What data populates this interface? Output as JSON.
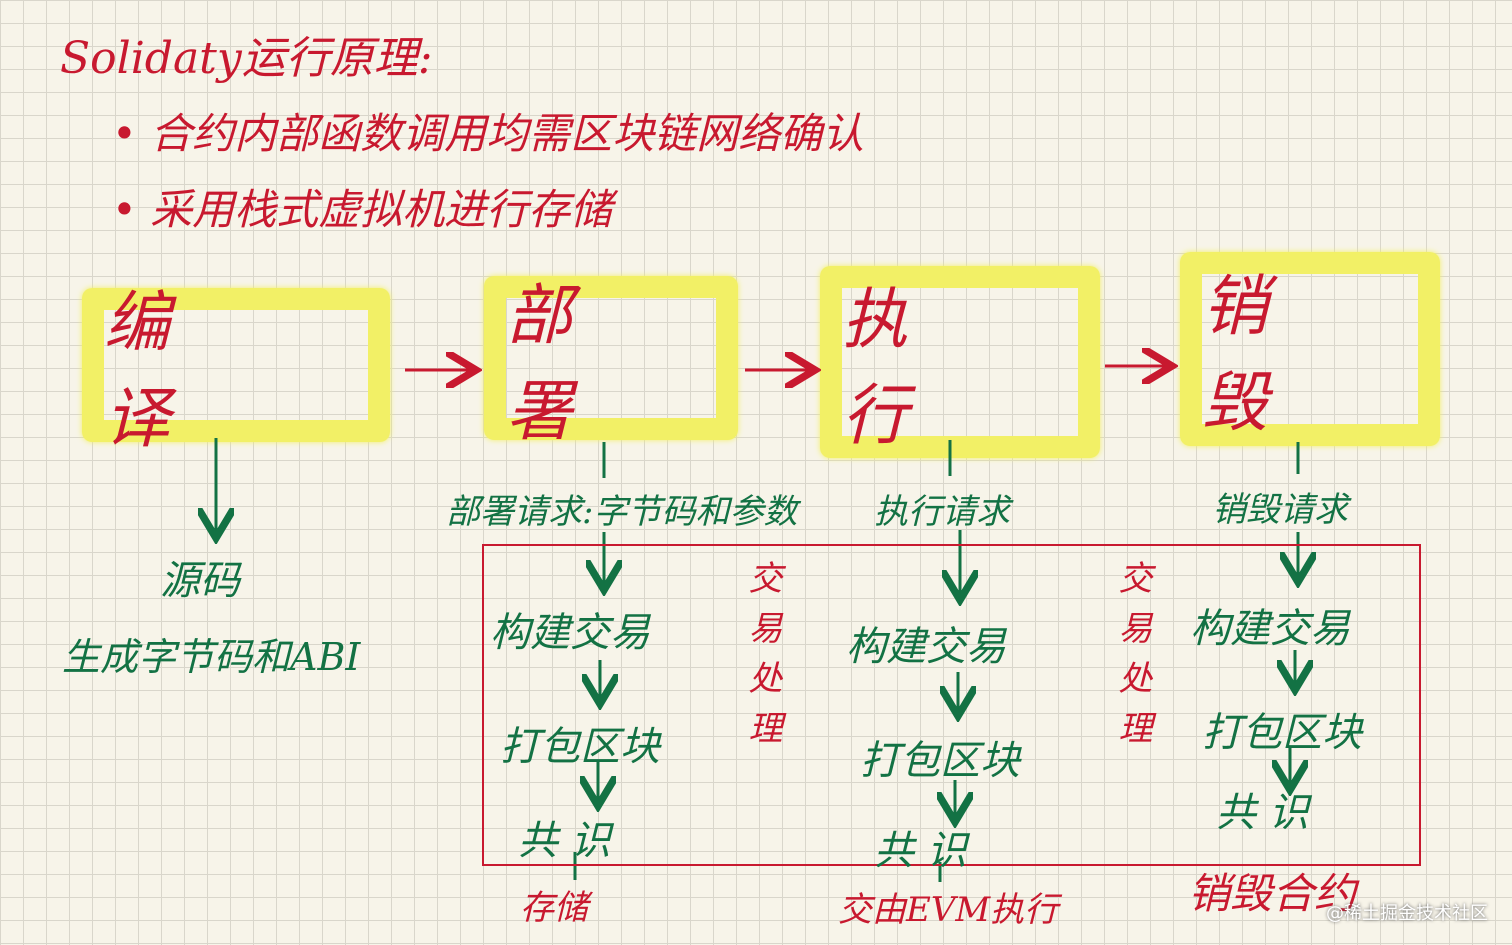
{
  "title": "Solidaty运行原理:",
  "bullets": [
    "合约内部函数调用均需区块链网络确认",
    "采用栈式虚拟机进行存储"
  ],
  "stages": [
    "编 译",
    "部 署",
    "执 行",
    "销 毁"
  ],
  "compile": {
    "source": "源码",
    "output": "生成字节码和ABI"
  },
  "deploy": {
    "request": "部署请求:字节码和参数",
    "steps": [
      "构建交易",
      "打包区块",
      "共 识"
    ],
    "side_label": "交易处理",
    "result": "存储"
  },
  "execute": {
    "request": "执行请求",
    "steps": [
      "构建交易",
      "打包区块",
      "共 识"
    ],
    "side_label": "交易处理",
    "result": "交由EVM执行"
  },
  "destroy": {
    "request": "销毁请求",
    "steps": [
      "构建交易",
      "打包区块",
      "共 识"
    ],
    "result": "销毁合约"
  },
  "watermark": "@稀土掘金技术社区",
  "colors": {
    "red": "#c8192f",
    "green": "#137244",
    "highlight": "#f2f066"
  }
}
